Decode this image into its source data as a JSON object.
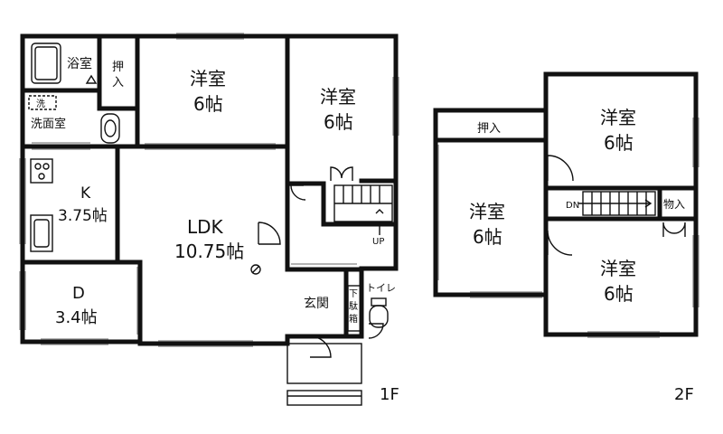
{
  "floor1": {
    "level_label": "1F",
    "rooms": {
      "bath": "浴室",
      "closet_a_1": "押",
      "closet_a_2": "入",
      "yoshitsu_a_name": "洋室",
      "yoshitsu_a_size": "6帖",
      "yoshitsu_b_name": "洋室",
      "yoshitsu_b_size": "6帖",
      "washer": "洗",
      "washroom": "洗面室",
      "kitchen_name": "K",
      "kitchen_size": "3.75帖",
      "ldk_name": "LDK",
      "ldk_size": "10.75帖",
      "dining_name": "D",
      "dining_size": "3.4帖",
      "entrance": "玄関",
      "shoe_box_1": "下",
      "shoe_box_2": "駄",
      "shoe_box_3": "箱",
      "toilet": "トイレ",
      "stairs_up": "UP"
    }
  },
  "floor2": {
    "level_label": "2F",
    "rooms": {
      "closet": "押入",
      "yoshitsu_left_name": "洋室",
      "yoshitsu_left_size": "6帖",
      "yoshitsu_top_name": "洋室",
      "yoshitsu_top_size": "6帖",
      "yoshitsu_bottom_name": "洋室",
      "yoshitsu_bottom_size": "6帖",
      "storage": "物入",
      "stairs_down": "DN"
    }
  }
}
